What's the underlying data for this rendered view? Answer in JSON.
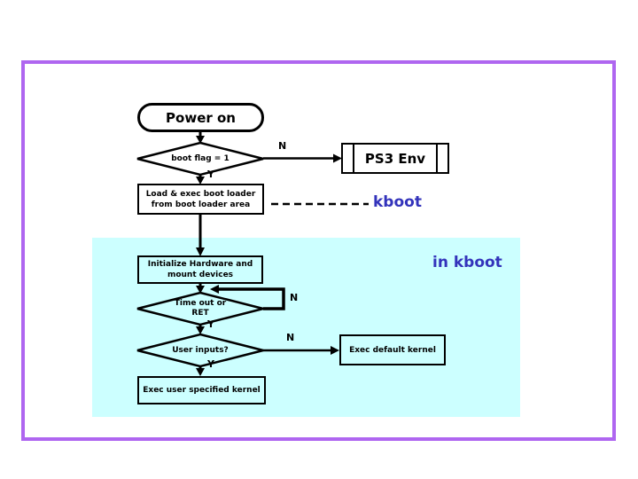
{
  "nodes": {
    "power_on": {
      "label": "Power on"
    },
    "boot_flag": {
      "label": "boot flag = 1"
    },
    "ps3_env": {
      "label": "PS3 Env"
    },
    "load_exec": {
      "line1": "Load & exec boot loader",
      "line2": "from boot loader area"
    },
    "initialize": {
      "line1": "Initialize Hardware and",
      "line2": "mount devices"
    },
    "timeout": {
      "line1": "Time out or",
      "line2": "RET"
    },
    "user_inputs": {
      "label": "User inputs?"
    },
    "exec_default": {
      "label": "Exec default kernel"
    },
    "exec_user": {
      "label": "Exec user specified kernel"
    }
  },
  "annotations": {
    "kboot": "kboot",
    "in_kboot": "in kboot"
  },
  "branch_labels": {
    "boot_flag_no": "N",
    "boot_flag_yes": "Y",
    "timeout_no": "N",
    "timeout_yes": "Y",
    "user_inputs_no": "N",
    "user_inputs_yes": "Y"
  },
  "colors": {
    "frame": "#af66f0",
    "region": "#ccffff",
    "accent_text": "#3333bb",
    "line": "#000000"
  }
}
